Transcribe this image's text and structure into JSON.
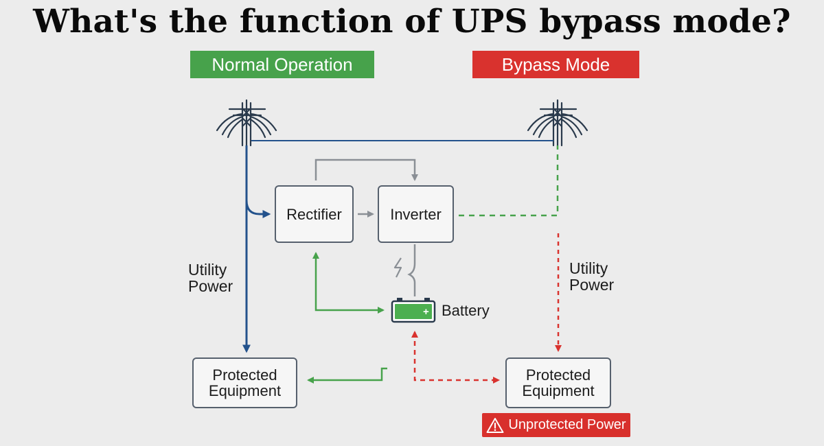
{
  "title": "What's the function of UPS bypass mode?",
  "modes": {
    "normal": "Normal Operation",
    "bypass": "Bypass Mode"
  },
  "blocks": {
    "rectifier": "Rectifier",
    "inverter": "Inverter",
    "protected_equipment_left": "Protected\nEquipment",
    "protected_equipment_right": "Protected\nEquipment"
  },
  "labels": {
    "utility_power_left": "Utility\nPower",
    "utility_power_right": "Utility\nPower",
    "battery": "Battery",
    "battery_plus": "+",
    "unprotected_power": "Unprotected Power"
  },
  "icons": [
    "power-pylon-icon",
    "battery-icon",
    "lightning-icon",
    "warning-icon"
  ],
  "colors": {
    "normal_green": "#47a24b",
    "bypass_red": "#d9322e",
    "utility_blue": "#23528c",
    "neutral_gray": "#8a8f95"
  }
}
